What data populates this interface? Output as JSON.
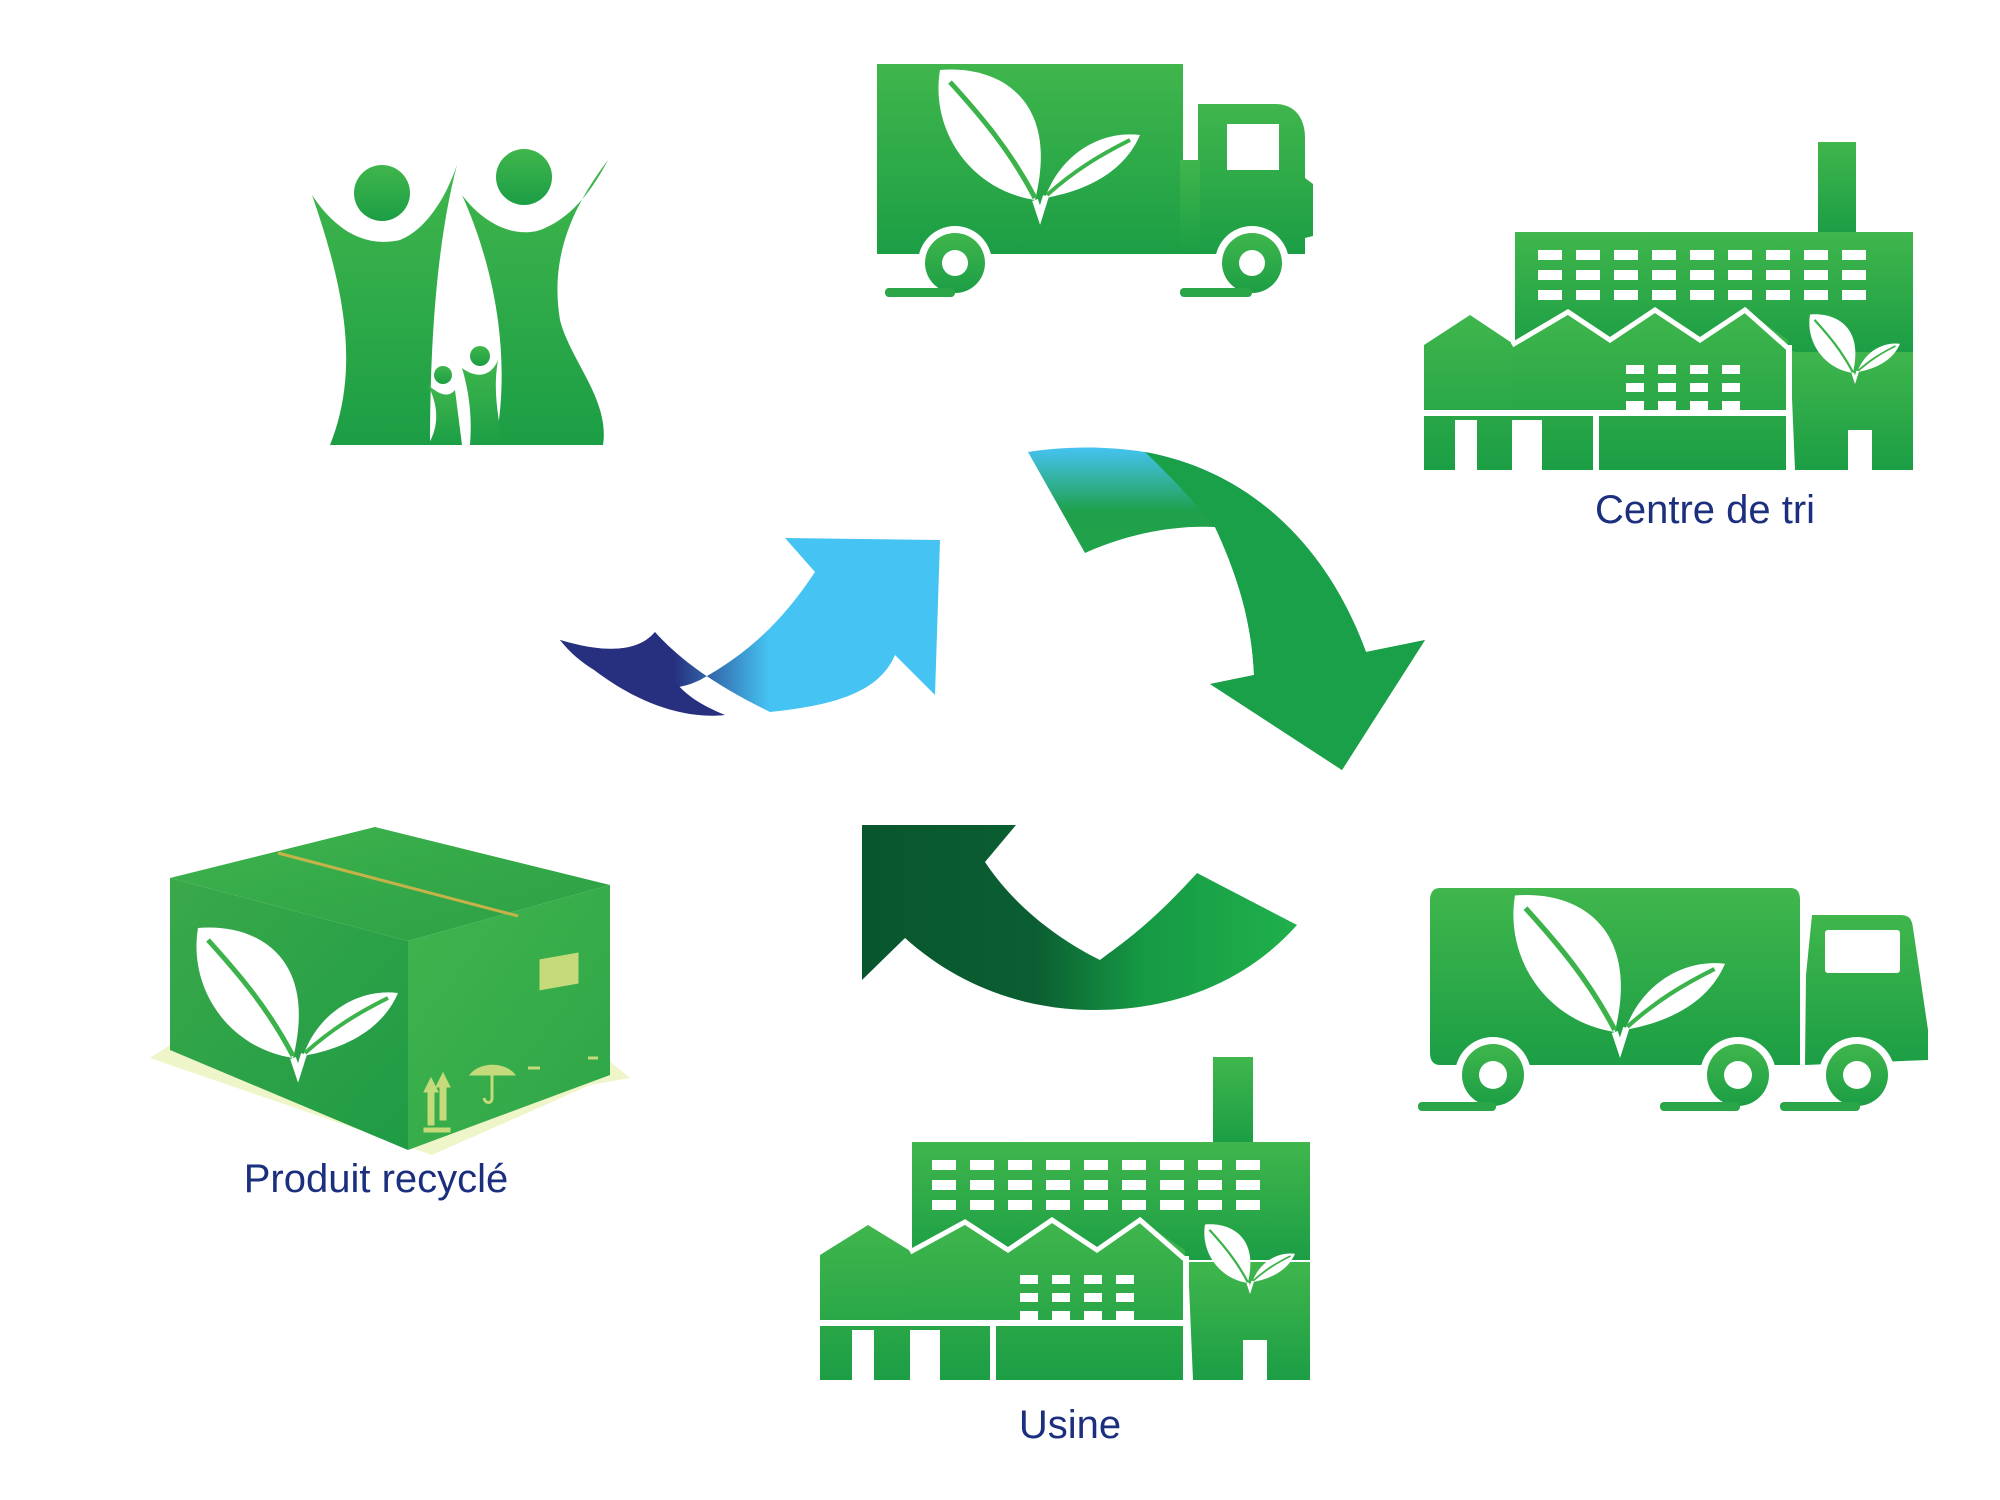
{
  "labels": {
    "centre_de_tri": "Centre de tri",
    "produit_recycle": "Produit recyclé",
    "usine": "Usine"
  },
  "icons": [
    "family-icon",
    "truck-top-icon",
    "sorting-center-factory-icon",
    "truck-right-icon",
    "factory-icon",
    "recycled-box-icon",
    "leaf-icon"
  ],
  "colors": {
    "green": "#3bb34a",
    "dark_green": "#1f9d48",
    "deep_green": "#0b5e32",
    "light_blue": "#45c3f2",
    "navy": "#27307f",
    "label_blue": "#1b2f7e",
    "box_pale": "#c5da7b"
  }
}
